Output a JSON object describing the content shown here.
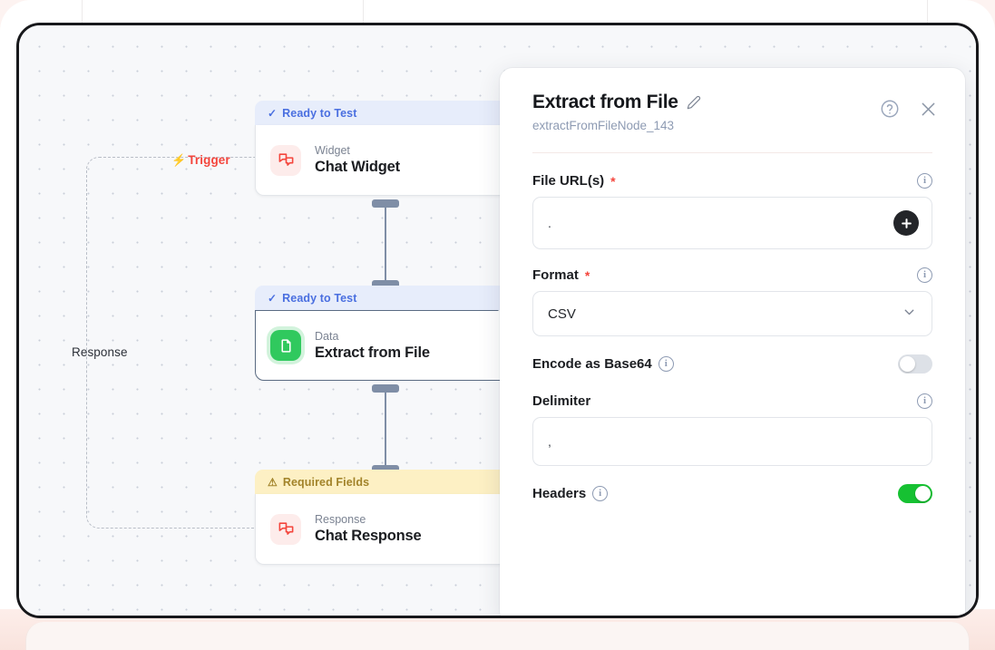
{
  "canvas": {
    "trigger_label": "Trigger",
    "trigger_icon": "lightning-bolt-icon",
    "response_label": "Response",
    "nodes": [
      {
        "status": "Ready to Test",
        "status_type": "ready",
        "status_icon": "check-icon",
        "kind": "Widget",
        "title": "Chat Widget",
        "icon": "chat-bubbles-icon",
        "selected": false
      },
      {
        "status": "Ready to Test",
        "status_type": "ready",
        "status_icon": "check-icon",
        "kind": "Data",
        "title": "Extract from File",
        "icon": "document-icon",
        "selected": true
      },
      {
        "status": "Required Fields",
        "status_type": "warn",
        "status_icon": "warning-triangle-icon",
        "kind": "Response",
        "title": "Chat Response",
        "icon": "chat-bubbles-icon",
        "selected": false
      }
    ]
  },
  "panel": {
    "title": "Extract from File",
    "edit_icon": "pencil-icon",
    "subtitle": "extractFromFileNode_143",
    "help_icon": "help-circle-icon",
    "close_icon": "close-icon",
    "fields": {
      "file_urls": {
        "label": "File URL(s)",
        "required": "*",
        "value": ".",
        "info_icon": "info-icon",
        "add_icon": "plus-icon"
      },
      "format": {
        "label": "Format",
        "required": "*",
        "value": "CSV",
        "info_icon": "info-icon",
        "chevron_icon": "chevron-down-icon"
      },
      "encode_base64": {
        "label": "Encode as Base64",
        "info_icon": "info-icon",
        "state": "off"
      },
      "delimiter": {
        "label": "Delimiter",
        "value": ",",
        "info_icon": "info-icon"
      },
      "headers": {
        "label": "Headers",
        "info_icon": "info-icon",
        "state": "on"
      }
    }
  },
  "colors": {
    "accent_red": "#f4453c",
    "ready_blue": "#4a6fe0",
    "warn_yellow": "#a2832a",
    "toggle_green": "#16c132",
    "data_green": "#30c95e"
  }
}
